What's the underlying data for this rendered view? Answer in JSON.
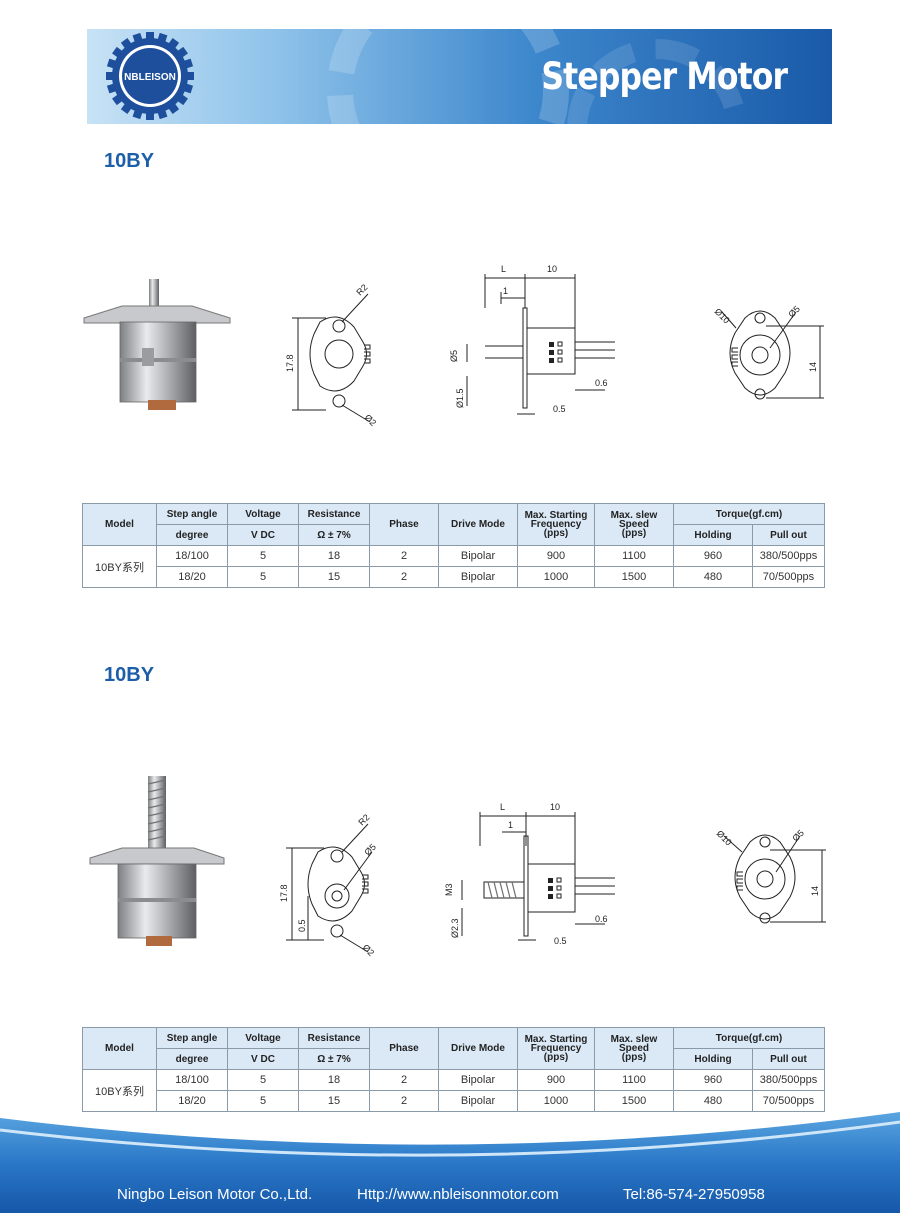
{
  "header": {
    "logo_text": "NBLEISON",
    "title": "Stepper Motor"
  },
  "sections": [
    {
      "title": "10BY",
      "drawings": {
        "front_labels": [
          "R2",
          "17.8",
          "Ø2"
        ],
        "side_labels": [
          "L",
          "10",
          "1",
          "Ø5",
          "Ø1.5",
          "0.6",
          "0.5"
        ],
        "rear_labels": [
          "Ø10",
          "Ø5",
          "14"
        ]
      }
    },
    {
      "title": "10BY",
      "drawings": {
        "front_labels": [
          "R2",
          "Ø5",
          "17.8",
          "0.5",
          "Ø2"
        ],
        "side_labels": [
          "L",
          "10",
          "1",
          "M3",
          "Ø2.3",
          "0.6",
          "0.5"
        ],
        "rear_labels": [
          "Ø10",
          "Ø5",
          "14"
        ]
      }
    }
  ],
  "table_header": {
    "model": "Model",
    "step_angle": "Step angle",
    "step_angle_unit": "degree",
    "voltage": "Voltage",
    "voltage_unit": "V DC",
    "resistance": "Resistance",
    "resistance_unit": "Ω ± 7%",
    "phase": "Phase",
    "drive_mode": "Drive Mode",
    "max_starting_1": "Max. Starting",
    "max_starting_2": "Frequency",
    "max_starting_3": "(pps)",
    "max_slew_1": "Max. slew",
    "max_slew_2": "Speed",
    "max_slew_3": "(pps)",
    "torque": "Torque(gf.cm)",
    "holding": "Holding",
    "pull_out": "Pull out"
  },
  "tables": [
    {
      "model": "10BY系列",
      "rows": [
        {
          "step_angle": "18/100",
          "voltage": "5",
          "resistance": "18",
          "phase": "2",
          "drive_mode": "Bipolar",
          "max_starting": "900",
          "max_slew": "1100",
          "holding": "960",
          "pull_out": "380/500pps"
        },
        {
          "step_angle": "18/20",
          "voltage": "5",
          "resistance": "15",
          "phase": "2",
          "drive_mode": "Bipolar",
          "max_starting": "1000",
          "max_slew": "1500",
          "holding": "480",
          "pull_out": "70/500pps"
        }
      ]
    },
    {
      "model": "10BY系列",
      "rows": [
        {
          "step_angle": "18/100",
          "voltage": "5",
          "resistance": "18",
          "phase": "2",
          "drive_mode": "Bipolar",
          "max_starting": "900",
          "max_slew": "1100",
          "holding": "960",
          "pull_out": "380/500pps"
        },
        {
          "step_angle": "18/20",
          "voltage": "5",
          "resistance": "15",
          "phase": "2",
          "drive_mode": "Bipolar",
          "max_starting": "1000",
          "max_slew": "1500",
          "holding": "480",
          "pull_out": "70/500pps"
        }
      ]
    }
  ],
  "footer": {
    "company": "Ningbo Leison Motor Co.,Ltd.",
    "website": "Http://www.nbleisonmotor.com",
    "tel": "Tel:86-574-27950958"
  },
  "colors": {
    "brand_blue": "#1d5ea8",
    "table_header_bg": "#dbe9f6"
  }
}
